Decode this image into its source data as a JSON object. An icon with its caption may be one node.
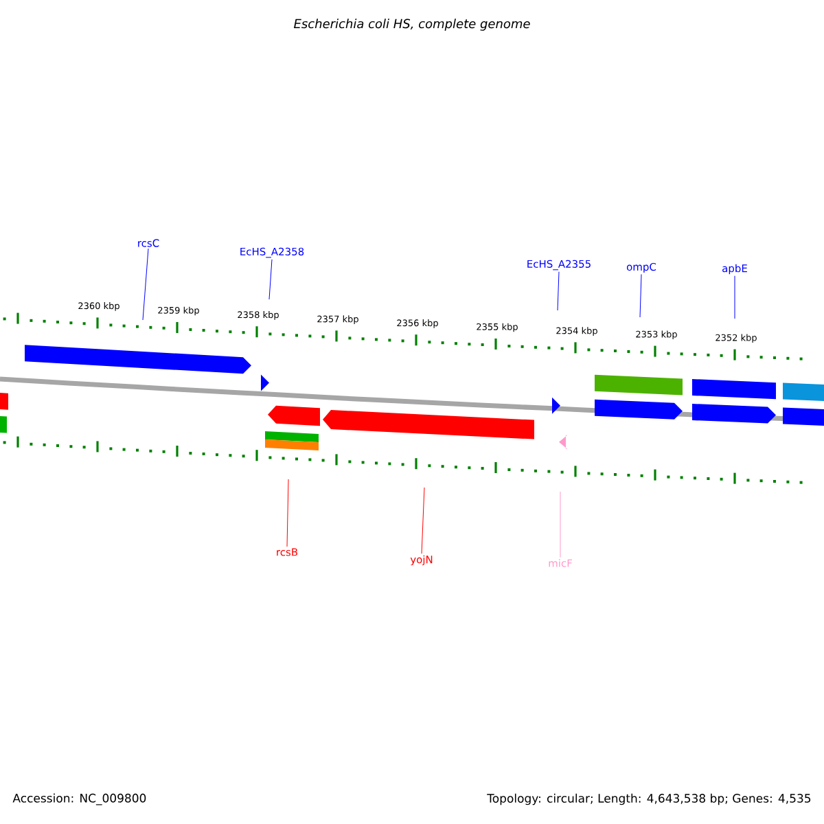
{
  "diagram": {
    "title": "*Escherichia coli HS, complete genome*",
    "nodes": [
      {
        "text": [
          "rcsC"
        ]
      },
      {
        "text": [
          "EcHS_A2358"
        ]
      },
      {
        "text": [
          "EcHS_A2355"
        ]
      },
      {
        "text": [
          "ompC"
        ]
      },
      {
        "text": [
          "apbE"
        ]
      },
      {
        "text": [
          "rcsB"
        ]
      },
      {
        "text": [
          "yojN"
        ]
      },
      {
        "text": [
          "micF"
        ]
      }
    ],
    "edges": [
      {
        "from": 0,
        "to": null,
        "arrow": "none"
      },
      {
        "from": 1,
        "to": null,
        "arrow": "none"
      },
      {
        "from": 2,
        "to": null,
        "arrow": "none"
      },
      {
        "from": 3,
        "to": null,
        "arrow": "none"
      },
      {
        "from": 4,
        "to": null,
        "arrow": "none"
      },
      {
        "from": 5,
        "to": null,
        "arrow": "none",
        "color": "#ff0000"
      },
      {
        "from": 6,
        "to": null,
        "arrow": "none",
        "color": "#ff0000"
      },
      {
        "from": 7,
        "to": null,
        "arrow": "none",
        "color": "#ff99cc"
      }
    ],
    "labels": [
      "2360 kbp",
      "2359 kbp",
      "2358 kbp",
      "2357 kbp",
      "2356 kbp",
      "2355 kbp",
      "2354 kbp",
      "2353 kbp",
      "2352 kbp",
      "Accession: NC_009800",
      "Topology: circular; Length: 4,643,538 bp; Genes: 4,535"
    ]
  }
}
